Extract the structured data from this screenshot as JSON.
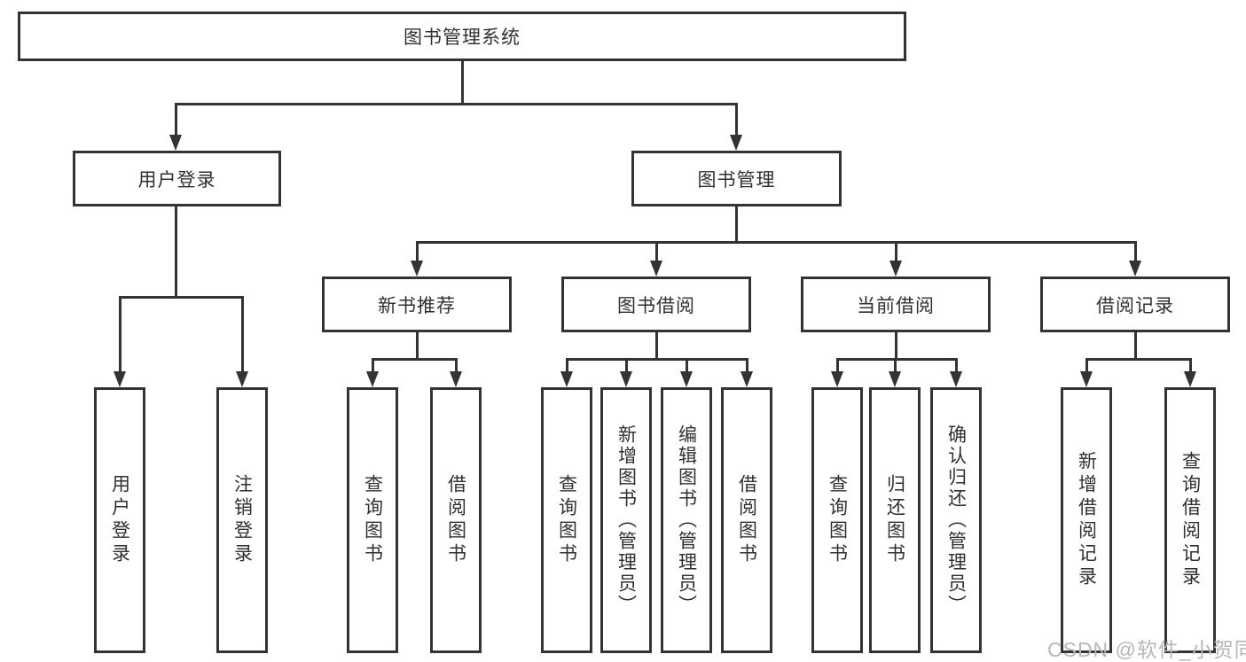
{
  "diagram": {
    "root": {
      "label": "图书管理系统"
    },
    "level1": [
      {
        "label": "用户登录"
      },
      {
        "label": "图书管理"
      }
    ],
    "level2": [
      {
        "label": "新书推荐"
      },
      {
        "label": "图书借阅"
      },
      {
        "label": "当前借阅"
      },
      {
        "label": "借阅记录"
      }
    ],
    "leaves": {
      "user": [
        "用户登录",
        "注销登录"
      ],
      "recommend": [
        "查询图书",
        "借阅图书"
      ],
      "borrow": [
        "查询图书",
        "新增图书（管理员）",
        "编辑图书（管理员）",
        "借阅图书"
      ],
      "current": [
        "查询图书",
        "归还图书",
        "确认归还（管理员）"
      ],
      "records": [
        "新增借阅记录",
        "查询借阅记录"
      ]
    },
    "colors": {
      "line": "#333333",
      "text": "#303030",
      "background": "#ffffff",
      "watermark": "#b7b7b7"
    }
  },
  "watermark": {
    "text": "CSDN @软件_小贺同学"
  }
}
